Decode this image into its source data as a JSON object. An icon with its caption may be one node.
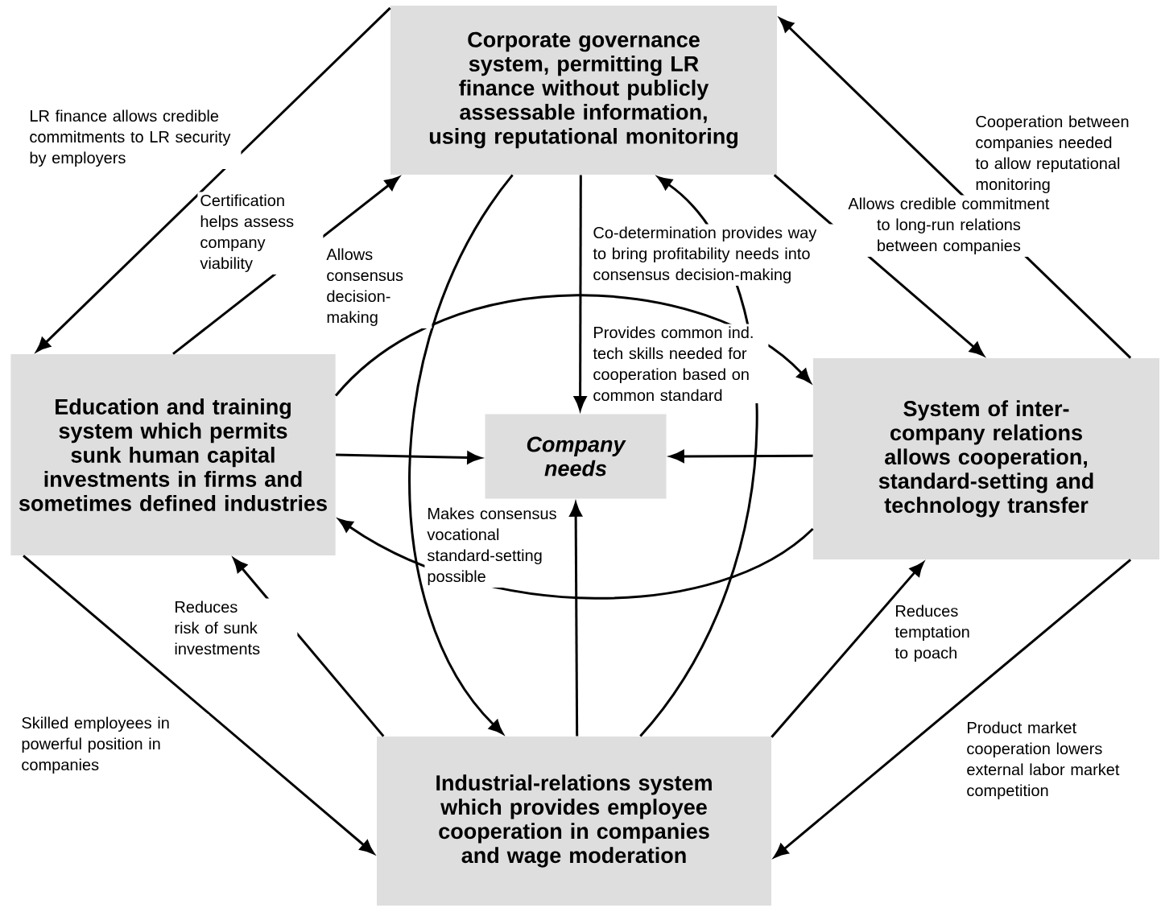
{
  "diagram": {
    "nodes": [
      {
        "text": [
          "Corporate governance system, permitting LR finance without publicly assessable information, using reputational monitoring"
        ]
      },
      {
        "text": [
          "Education and training system which permits sunk human capital investments in firms and sometimes defined industries"
        ]
      },
      {
        "text": [
          "Company needs"
        ]
      },
      {
        "text": [
          "System of inter-company relations allows cooperation, standard-setting and technology transfer"
        ]
      },
      {
        "text": [
          "Industrial-relations system which provides employee cooperation in companies and wage moderation"
        ]
      }
    ],
    "edges": [
      {
        "from": 0,
        "to": 1,
        "arrow": "to",
        "label": "LR finance allows credible commitments to LR security by employers"
      },
      {
        "from": 1,
        "to": 0,
        "arrow": "to",
        "label": "Certification helps assess company viability"
      },
      {
        "from": 3,
        "to": 0,
        "arrow": "to",
        "label": "Cooperation between companies needed to allow reputational monitoring"
      },
      {
        "from": 0,
        "to": 3,
        "arrow": "to",
        "label": "Allows credible commitment to long-run relations between companies"
      },
      {
        "from": 0,
        "to": 2,
        "arrow": "to"
      },
      {
        "from": 0,
        "to": 4,
        "arrow": "to",
        "label": "Allows consensus decision-making"
      },
      {
        "from": 4,
        "to": 0,
        "arrow": "to",
        "label": "Co-determination provides way to bring profitability needs into consensus decision-making"
      },
      {
        "from": 1,
        "to": 3,
        "arrow": "to",
        "label": "Provides common ind. tech skills needed for cooperation based on common standard"
      },
      {
        "from": 3,
        "to": 1,
        "arrow": "to",
        "label": "Makes consensus vocational standard-setting possible"
      },
      {
        "from": 1,
        "to": 2,
        "arrow": "to"
      },
      {
        "from": 3,
        "to": 2,
        "arrow": "to"
      },
      {
        "from": 4,
        "to": 2,
        "arrow": "to"
      },
      {
        "from": 4,
        "to": 1,
        "arrow": "to",
        "label": "Reduces risk of sunk investments"
      },
      {
        "from": 4,
        "to": 3,
        "arrow": "to",
        "label": "Reduces temptation to poach"
      },
      {
        "from": 1,
        "to": 4,
        "arrow": "to",
        "label": "Skilled employees in powerful position in companies"
      },
      {
        "from": 3,
        "to": 4,
        "arrow": "to",
        "label": "Product market cooperation lowers external labor market competition"
      }
    ]
  }
}
